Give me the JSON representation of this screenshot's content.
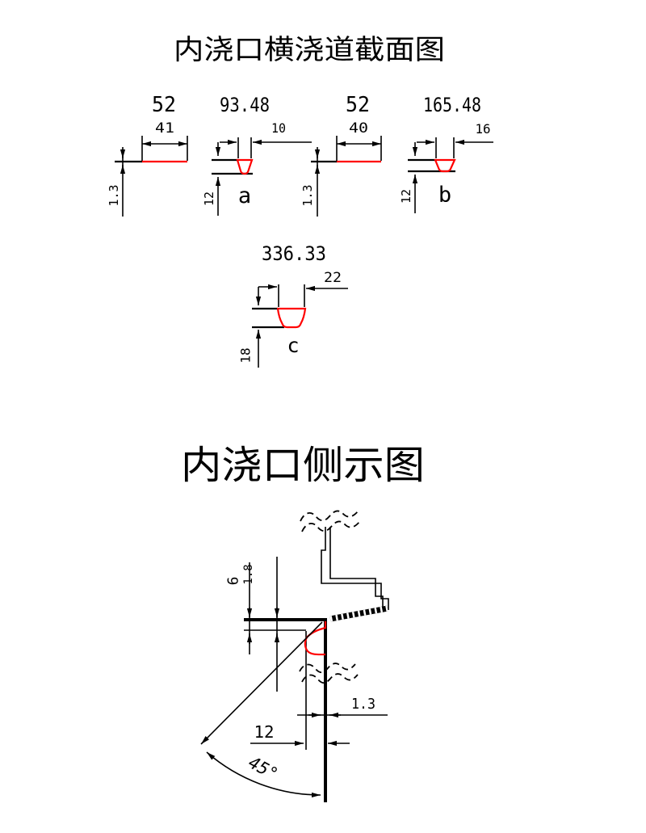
{
  "titles": {
    "cross_section": "内浇口横浇道截面图",
    "side_view": "内浇口侧示图"
  },
  "sections": {
    "s1": {
      "runner": "52",
      "width": "41",
      "thickness": "1.3"
    },
    "a": {
      "runner": "93.48",
      "width": "10",
      "depth": "12",
      "label": "a"
    },
    "s3": {
      "runner": "52",
      "width": "40",
      "thickness": "1.3"
    },
    "b": {
      "runner": "165.48",
      "width": "16",
      "depth": "12",
      "label": "b"
    },
    "c": {
      "runner": "336.33",
      "width": "22",
      "depth": "18",
      "label": "c"
    }
  },
  "side_view_dims": {
    "overhang": "6",
    "land": "1.8",
    "gate_thickness": "1.3",
    "gate_depth": "12",
    "draft_angle": "45°"
  },
  "colors": {
    "line": "#000000",
    "gate_highlight": "#ff0000"
  }
}
